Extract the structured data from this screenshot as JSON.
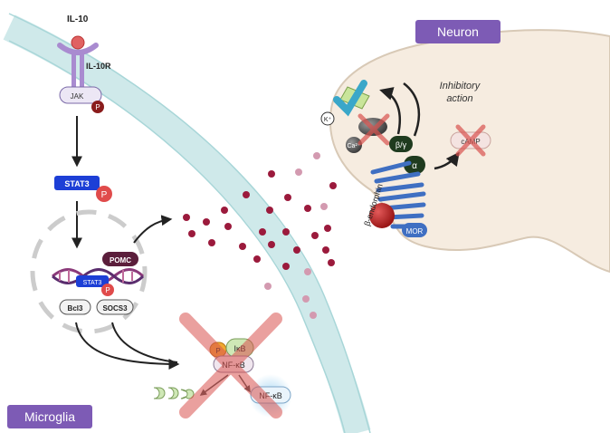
{
  "cells": {
    "neuron_label": "Neuron",
    "microglia_label": "Microglia"
  },
  "receptor": {
    "ligand": "IL-10",
    "receptor": "IL-10R",
    "kinase": "JAK",
    "phospho": "P"
  },
  "stat": {
    "name": "STAT3",
    "phospho": "P"
  },
  "nucleus": {
    "pomc": "POMC",
    "stat_on_dna": "STAT3",
    "phospho": "P",
    "gene_bcl3": "Bcl3",
    "gene_socs3": "SOCS3"
  },
  "nfkb": {
    "phospho": "P",
    "ikb": "IκB",
    "nfkb_complex": "NF-κB",
    "nfkb_free": "NF-κB"
  },
  "neuron": {
    "inhibitory_line1": "Inhibitory",
    "inhibitory_line2": "action",
    "k_ion": "K⁺",
    "ca_ion": "Ca²⁺",
    "beta_gamma": "β/γ",
    "alpha": "α",
    "camp": "cAMP",
    "ligand": "β-endorphin",
    "receptor": "MOR"
  },
  "colors": {
    "membrane": "#cfe9ea",
    "neuron_fill": "#f6ece0",
    "label_purple": "#7d5bb5",
    "stat_blue": "#1d3fd6",
    "phospho_red": "#c0392b",
    "dot_red": "#a3153b",
    "cross_red": "#d9534f",
    "receptor_blue": "#3f6fc2"
  }
}
